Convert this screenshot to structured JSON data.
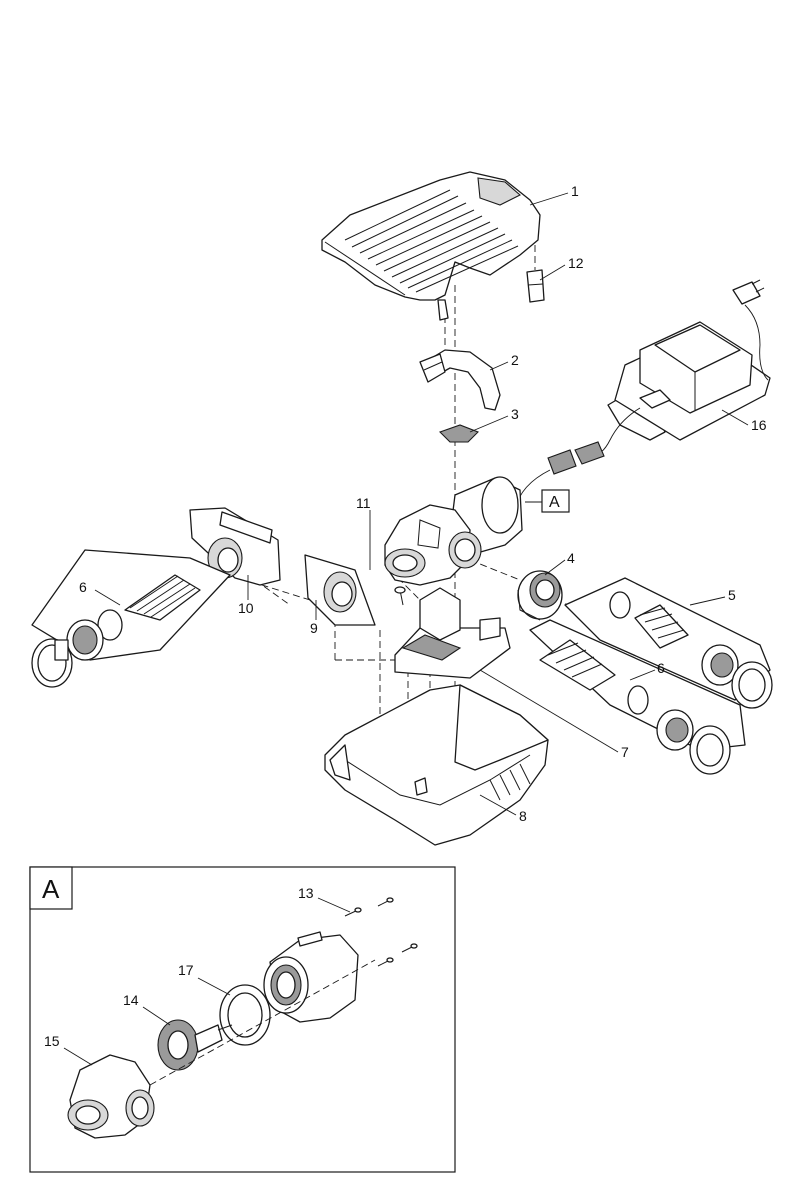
{
  "diagram": {
    "detail_marker": "A",
    "detail_box_title": "A",
    "labels": {
      "p1": "1",
      "p2": "2",
      "p3": "3",
      "p4": "4",
      "p5": "5",
      "p6a": "6",
      "p6b": "6",
      "p7": "7",
      "p8": "8",
      "p9": "9",
      "p10": "10",
      "p11": "11",
      "p12": "12",
      "p13": "13",
      "p14": "14",
      "p15": "15",
      "p16": "16",
      "p17": "17"
    }
  }
}
